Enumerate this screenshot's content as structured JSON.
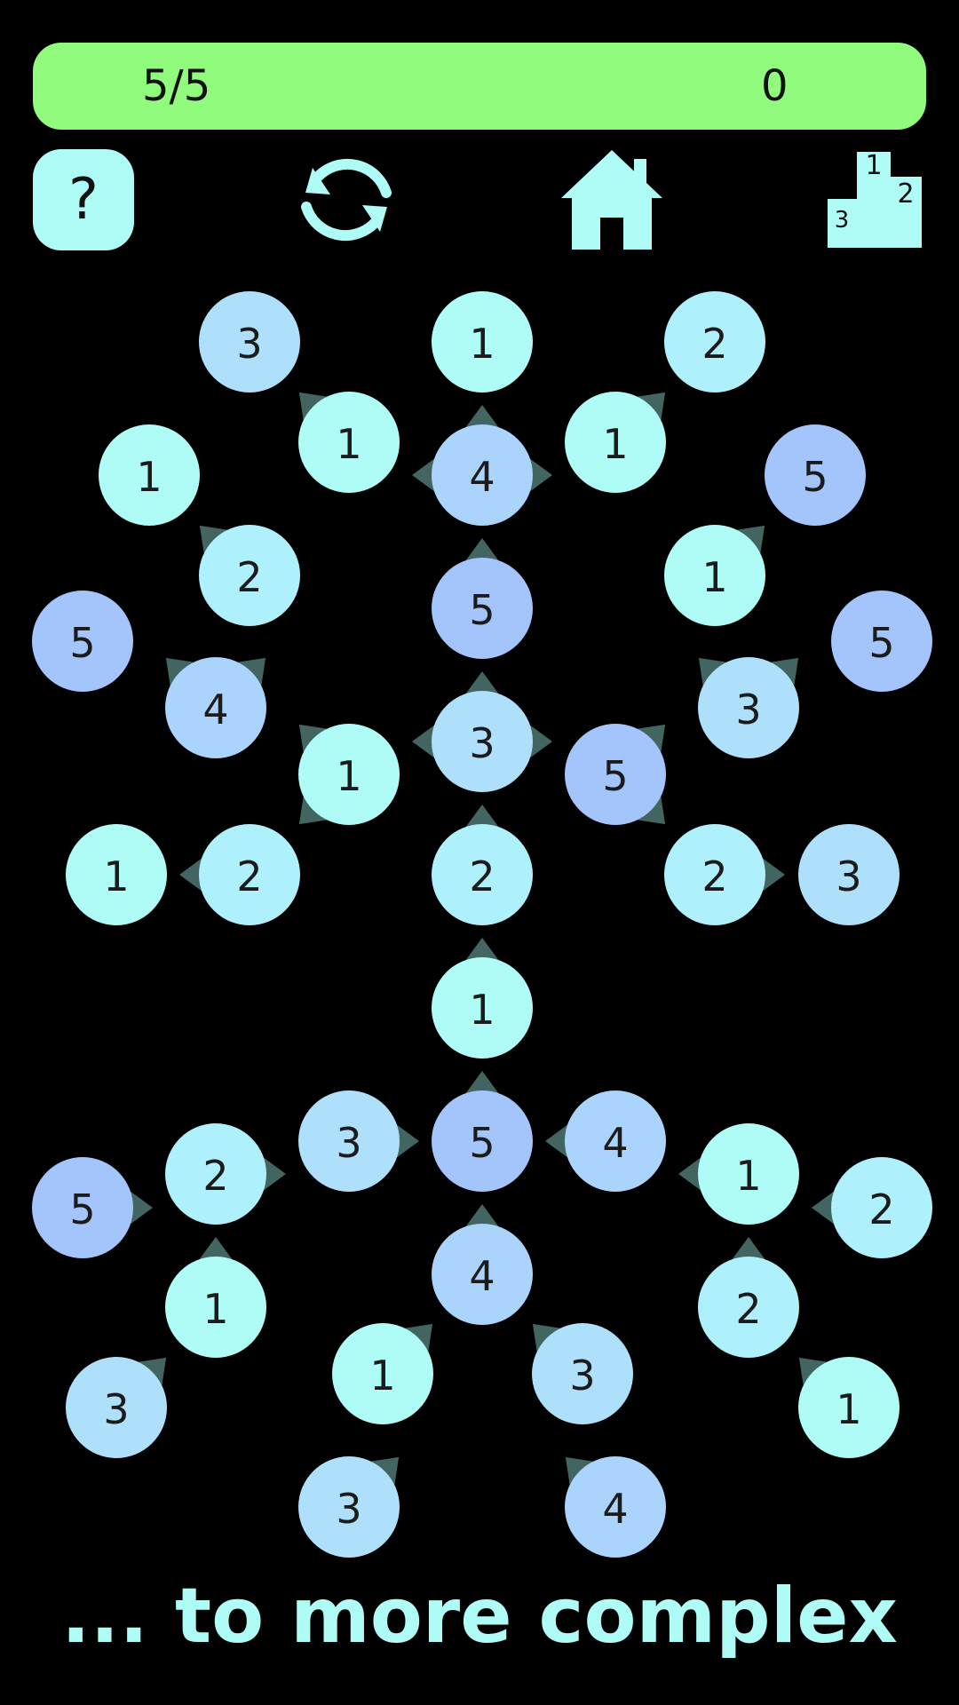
{
  "header": {
    "moves": "5/5",
    "score": "0"
  },
  "toolbar": {
    "help_label": "?",
    "leaderboard_places": [
      "1",
      "2",
      "3"
    ]
  },
  "board": {
    "nodes": [
      {
        "v": "3"
      },
      {
        "v": "1"
      },
      {
        "v": "2"
      },
      {
        "v": "1",
        "pointer": "ul"
      },
      {
        "v": "4",
        "pointer": "lur"
      },
      {
        "v": "1",
        "pointer": "ur"
      },
      {
        "v": "1"
      },
      {
        "v": "5"
      },
      {
        "v": "2",
        "pointer": "ul"
      },
      {
        "v": "5",
        "pointer": "u"
      },
      {
        "v": "1",
        "pointer": "ur"
      },
      {
        "v": "5"
      },
      {
        "v": "4",
        "pointer": "ul_ur"
      },
      {
        "v": "3",
        "pointer": "lur"
      },
      {
        "v": "3",
        "pointer": "ul_ur"
      },
      {
        "v": "5"
      },
      {
        "v": "1",
        "pointer": "ul_dl"
      },
      {
        "v": "5",
        "pointer": "ur_dr"
      },
      {
        "v": "1"
      },
      {
        "v": "2",
        "pointer": "l"
      },
      {
        "v": "2",
        "pointer": "u"
      },
      {
        "v": "2",
        "pointer": "r"
      },
      {
        "v": "3"
      },
      {
        "v": "1",
        "pointer": "u"
      },
      {
        "v": "3",
        "pointer": "r"
      },
      {
        "v": "5",
        "pointer": "u"
      },
      {
        "v": "4",
        "pointer": "l"
      },
      {
        "v": "2",
        "pointer": "r"
      },
      {
        "v": "1",
        "pointer": "l"
      },
      {
        "v": "5",
        "pointer": "r"
      },
      {
        "v": "2",
        "pointer": "l"
      },
      {
        "v": "1",
        "pointer": "u"
      },
      {
        "v": "4",
        "pointer": "u"
      },
      {
        "v": "2",
        "pointer": "u"
      },
      {
        "v": "3",
        "pointer": "ur"
      },
      {
        "v": "1",
        "pointer": "ur"
      },
      {
        "v": "3",
        "pointer": "ul"
      },
      {
        "v": "1",
        "pointer": "ul"
      },
      {
        "v": "3",
        "pointer": "ur"
      },
      {
        "v": "4",
        "pointer": "ul"
      }
    ],
    "colors": {
      "1": "#aefcf5",
      "2": "#aef0fb",
      "3": "#aee0fb",
      "4": "#aad4fb",
      "5": "#a4c4fc"
    }
  },
  "caption": "... to more complex",
  "colors": {
    "background": "#000000",
    "status_bar": "#90fb7c",
    "accent": "#aefcf5",
    "text_dark": "#111111"
  }
}
